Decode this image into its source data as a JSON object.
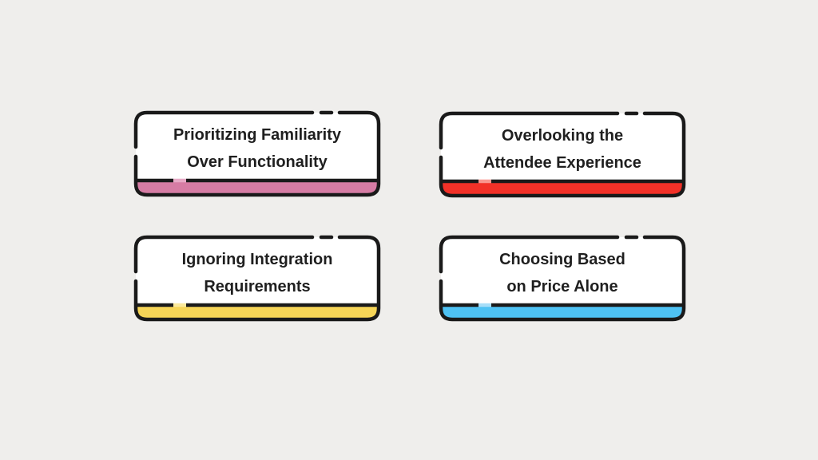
{
  "colors": {
    "background": "#efeeec",
    "border": "#1a1a1a",
    "text": "#1f1f1f",
    "card_background": "#ffffff"
  },
  "cards": [
    {
      "title": "Prioritizing Familiarity\nOver Functionality",
      "accent": "#d67ca4",
      "accent_light": "#e7aac6"
    },
    {
      "title": "Overlooking the\nAttendee Experience",
      "accent": "#f23128",
      "accent_light": "#f9978f"
    },
    {
      "title": "Ignoring Integration\nRequirements",
      "accent": "#f6d557",
      "accent_light": "#fbe99c"
    },
    {
      "title": "Choosing Based\non Price Alone",
      "accent": "#4ec2f4",
      "accent_light": "#a8def8"
    }
  ]
}
